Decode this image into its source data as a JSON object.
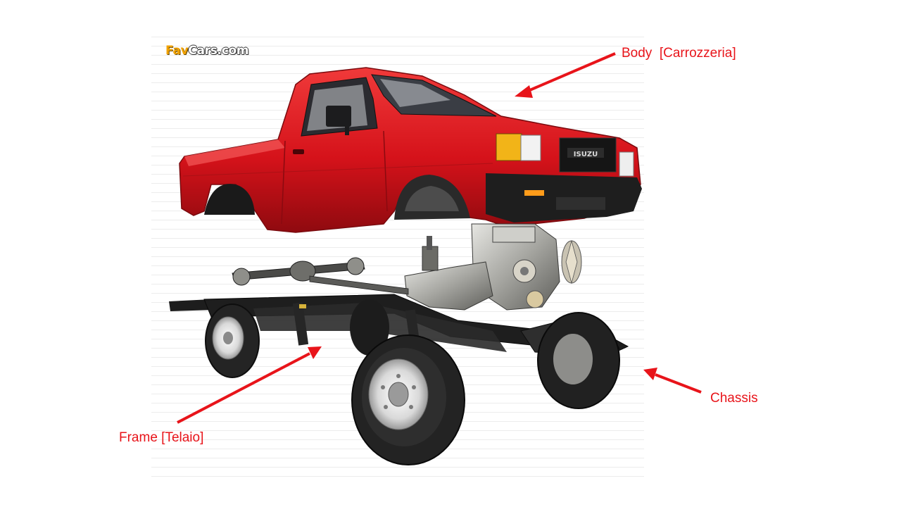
{
  "watermark": {
    "part1": "Fav",
    "part2": "Cars.com"
  },
  "labels": {
    "body": "Body  [Carrozzeria]",
    "frame": "Frame [Telaio]",
    "chassis": "Chassis"
  },
  "colors": {
    "annotation": "#e8141a",
    "truck_body": "#d8141c",
    "frame": "#1f1f1f",
    "tire": "#2a2a2a",
    "engine": "#9a9a95"
  },
  "icons": [
    "truck-body",
    "engine",
    "frame-rails",
    "wheel",
    "arrow"
  ]
}
